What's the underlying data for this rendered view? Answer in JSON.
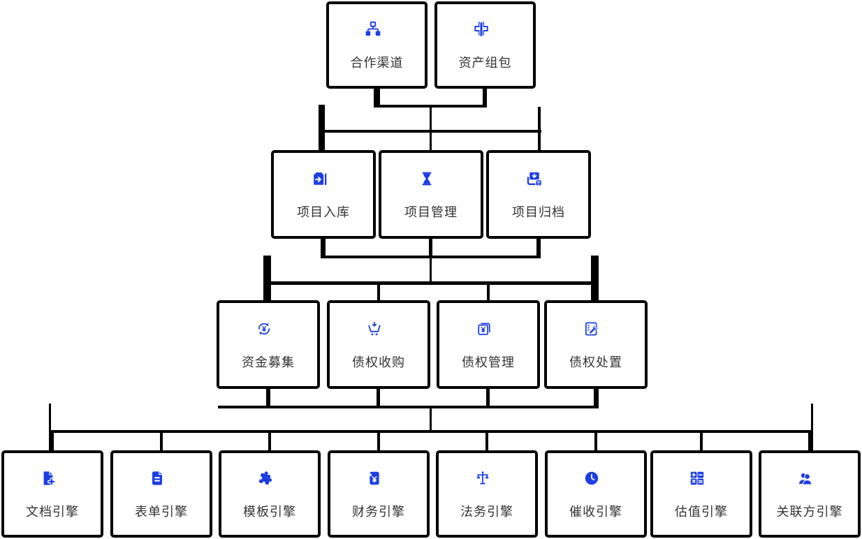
{
  "colors": {
    "icon_blue": "#1d3fe2",
    "line_black": "#000000",
    "label_color": "#333333",
    "box_background": "#ffffff"
  },
  "diagram": {
    "rows": [
      {
        "id": "channel-layer",
        "nodes": [
          {
            "label": "合作渠道",
            "icon": "sitemap-icon"
          },
          {
            "label": "资产组包",
            "icon": "package-combine-icon"
          }
        ]
      },
      {
        "id": "project-layer",
        "nodes": [
          {
            "label": "项目入库",
            "icon": "import-box-icon"
          },
          {
            "label": "项目管理",
            "icon": "hourglass-icon"
          },
          {
            "label": "项目归档",
            "icon": "archive-tray-icon"
          }
        ]
      },
      {
        "id": "debt-layer",
        "nodes": [
          {
            "label": "资金募集",
            "icon": "refresh-yen-icon"
          },
          {
            "label": "债权收购",
            "icon": "cart-download-icon"
          },
          {
            "label": "债权管理",
            "icon": "card-yen-icon"
          },
          {
            "label": "债权处置",
            "icon": "doc-wrench-icon"
          }
        ]
      },
      {
        "id": "engine-layer",
        "nodes": [
          {
            "label": "文档引擎",
            "icon": "doc-add-icon"
          },
          {
            "label": "表单引擎",
            "icon": "form-icon"
          },
          {
            "label": "模板引擎",
            "icon": "puzzle-icon"
          },
          {
            "label": "财务引擎",
            "icon": "finance-book-icon"
          },
          {
            "label": "法务引擎",
            "icon": "scale-icon"
          },
          {
            "label": "催收引擎",
            "icon": "clock-icon"
          },
          {
            "label": "估值引擎",
            "icon": "calculator-icon"
          },
          {
            "label": "关联方引擎",
            "icon": "users-icon"
          }
        ]
      }
    ]
  }
}
